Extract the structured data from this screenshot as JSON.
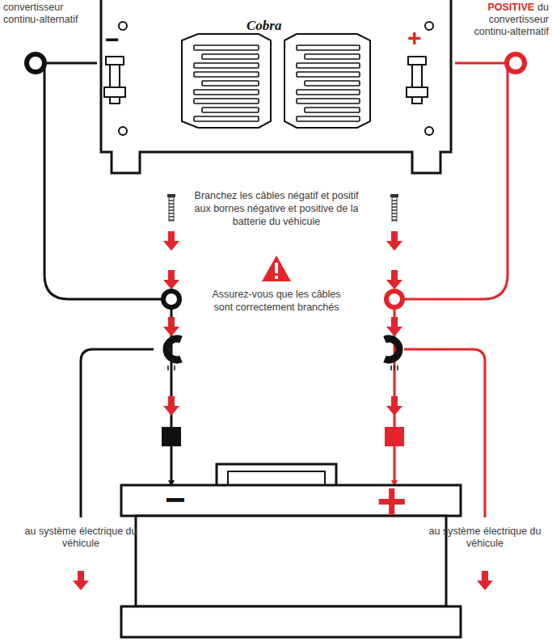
{
  "diagram": {
    "nodes": [
      {
        "text": [
          "Cobra",
          "−",
          "+"
        ]
      },
      {
        "text": [
          "−",
          "+"
        ]
      }
    ],
    "edges": [
      {
        "from": 0,
        "to": 1,
        "arrow": "to"
      },
      {
        "from": 0,
        "to": 1,
        "arrow": "to"
      }
    ],
    "labels": [
      "convertisseur continu-alternatif",
      "POSITIVE",
      "du convertisseur continu-alternatif",
      "Branchez les câbles négatif et positif aux bornes négative et positive de la batterie du véhicule",
      "Assurez-vous que les câbles sont correctement branchés",
      "au système électrique du véhicule",
      "au système électrique du véhicule"
    ]
  }
}
